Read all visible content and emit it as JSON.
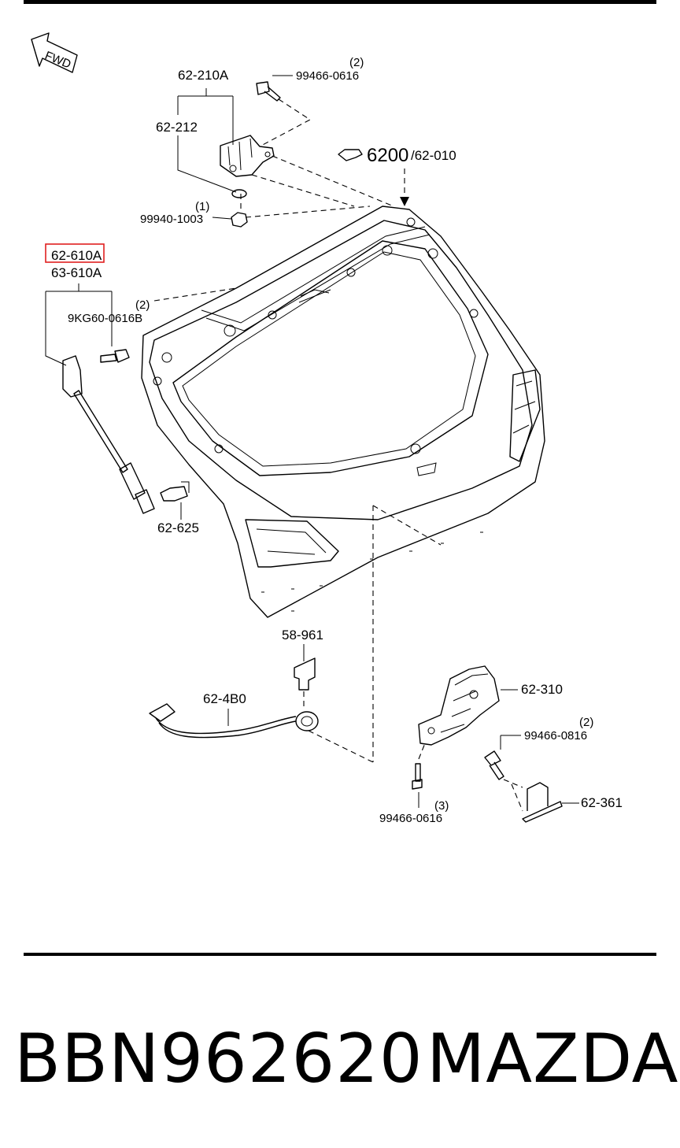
{
  "diagram": {
    "labels": {
      "fwd": "FWD",
      "p_62_210a": "62-210A",
      "p_99466_0616_top": "99466-0616",
      "q_2_top": "(2)",
      "p_62_212": "62-212",
      "q_1": "(1)",
      "p_99940_1003": "99940-1003",
      "p_6200": "6200",
      "p_62_010": "/62-010",
      "p_62_610a": "62-610A",
      "p_63_610a": "63-610A",
      "q_2_bolt": "(2)",
      "p_9kg60_0616b": "9KG60-0616B",
      "p_62_625": "62-625",
      "p_58_961": "58-961",
      "p_62_4b0": "62-4B0",
      "p_62_310": "62-310",
      "q_2_right": "(2)",
      "p_99466_0816": "99466-0816",
      "p_62_361": "62-361",
      "q_3": "(3)",
      "p_99466_0616_bottom": "99466-0616"
    },
    "highlight_color": "#e02020"
  },
  "footer": {
    "part_number": "BBN962620",
    "brand": "MAZDA"
  }
}
